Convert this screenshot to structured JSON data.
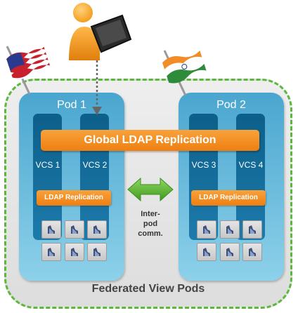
{
  "federation": {
    "label": "Federated View Pods"
  },
  "pods": [
    {
      "label": "Pod 1",
      "vcs": [
        "VCS 1",
        "VCS 2"
      ],
      "ldap": "LDAP Replication"
    },
    {
      "label": "Pod 2",
      "vcs": [
        "VCS 3",
        "VCS 4"
      ],
      "ldap": "LDAP Replication"
    }
  ],
  "global_replication": {
    "label": "Global LDAP Replication"
  },
  "interpod": {
    "lines": [
      "Inter-",
      "pod",
      "comm."
    ]
  },
  "icons": {
    "user": "user-with-tablet-icon",
    "flag_left": "usa-flag-icon",
    "flag_right": "india-flag-icon",
    "vm": "virtual-desktop-icon",
    "arrow": "double-arrow-icon"
  },
  "colors": {
    "pod": "#4aa6cf",
    "vcs": "#0c5f8a",
    "replication": "#f39325",
    "dashed_border": "#5cb83a",
    "arrow": "#59b52d"
  }
}
